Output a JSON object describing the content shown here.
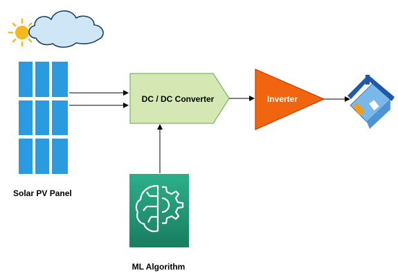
{
  "diagram": {
    "nodes": {
      "solar_panel": {
        "label": "Solar PV Panel"
      },
      "converter": {
        "label": "DC / DC Converter",
        "fill": "#d5e8b4",
        "stroke": "#82b366"
      },
      "inverter": {
        "label": "Inverter",
        "fill": "#f0650e",
        "stroke": "#c2410c",
        "text_color": "#ffffff"
      },
      "ml": {
        "label": "ML Algorithm",
        "fill_top": "#2bb08a",
        "fill_bottom": "#1a7d61"
      },
      "house": {},
      "weather": {}
    },
    "colors": {
      "panel_cell": "#2a9be0",
      "sun": "#f5b81f",
      "cloud": "#cfe6f7",
      "cloud_stroke": "#1b3f5e",
      "arrow": "#000000",
      "house_wall": "#7bb8ea",
      "house_roof": "#1e5aa8",
      "door": "#f39c12"
    }
  }
}
